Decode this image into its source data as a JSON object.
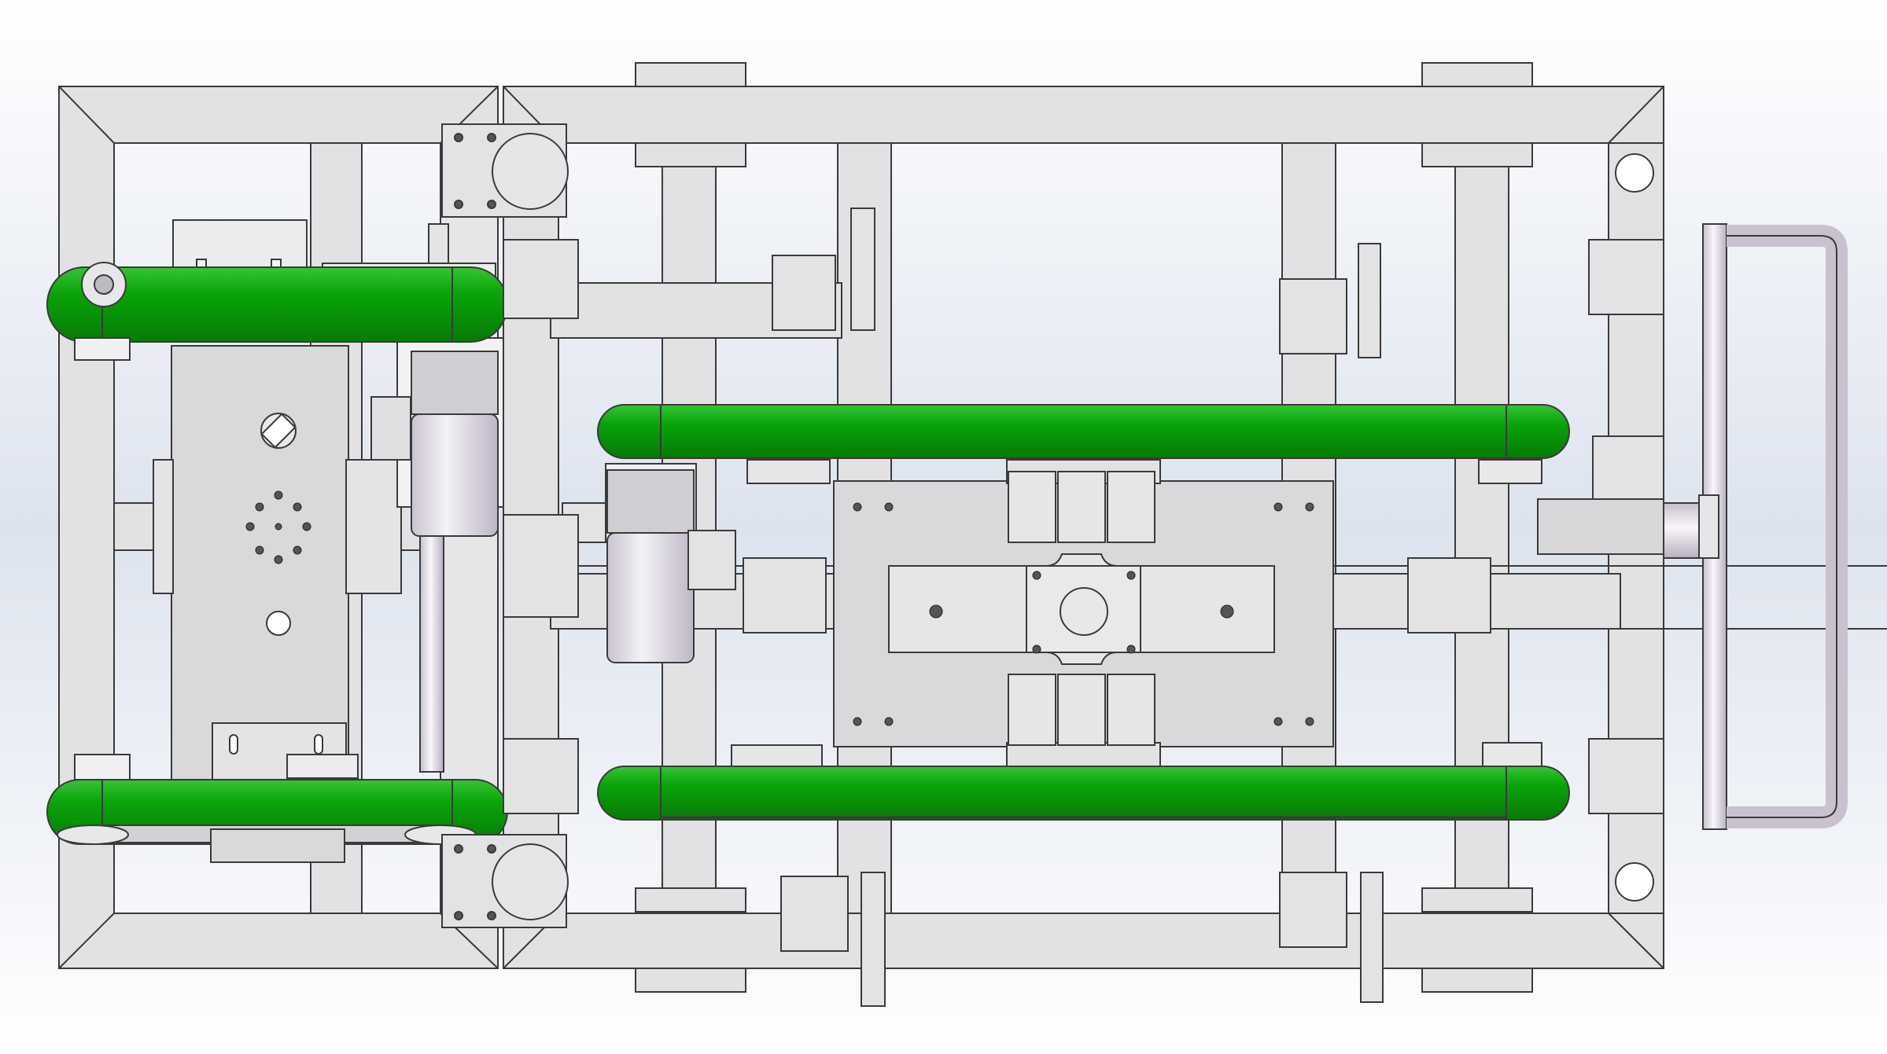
{
  "app": {
    "title": ""
  },
  "model": {
    "view": "top",
    "description_visible_text": ""
  },
  "colors": {
    "background_top": "#ffffff",
    "background_mid": "#dde3ee",
    "background_bottom": "#ffffff",
    "frame_fill": "#e2e2e4",
    "frame_stroke": "#3a3a3a",
    "belt_green": "#0aa40a",
    "belt_green_dark": "#067a06",
    "belt_green_light": "#36c436",
    "plate_fill": "#d9d9db",
    "motor_fill": "#e7e4ec",
    "hole_fill": "#ffffff",
    "bolt_fill": "#555555"
  },
  "parts": [
    "aluminum-frame-left-module",
    "aluminum-frame-right-module",
    "rail-beam",
    "green-drive-belt",
    "pulley",
    "drive-motor",
    "mounting-bracket",
    "center-mount-plate",
    "locking-clamp",
    "handle-bar",
    "corner-hole"
  ]
}
